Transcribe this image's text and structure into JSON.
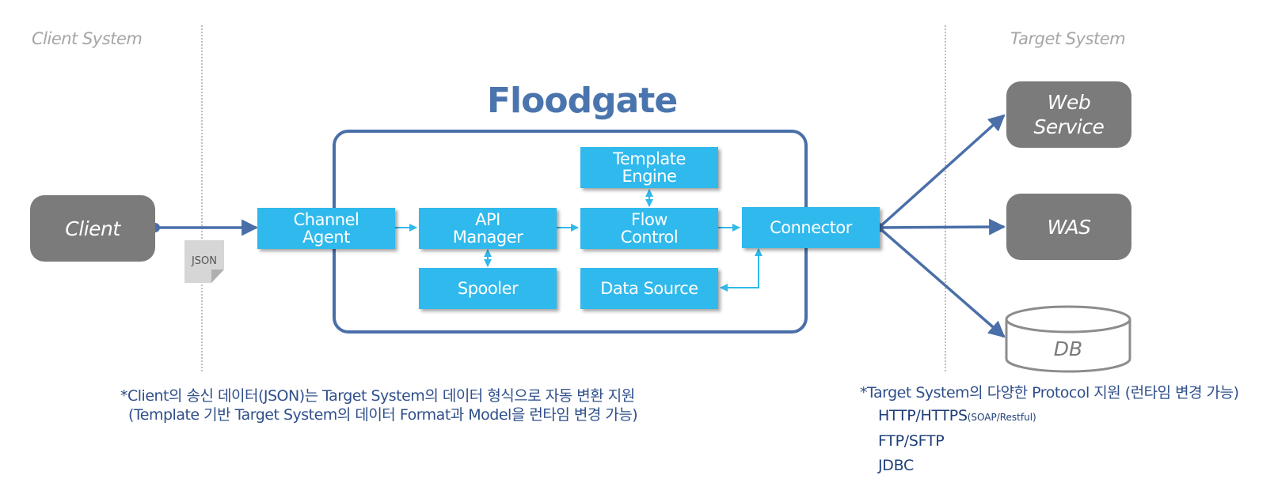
{
  "regions": {
    "client_system": "Client System",
    "target_system": "Target System"
  },
  "title": "Floodgate",
  "nodes": {
    "client": "Client",
    "channel_agent": [
      "Channel",
      "Agent"
    ],
    "api_manager": [
      "API",
      "Manager"
    ],
    "flow_control": [
      "Flow",
      "Control"
    ],
    "template_engine": [
      "Template",
      "Engine"
    ],
    "connector": "Connector",
    "spooler": "Spooler",
    "data_source": "Data Source",
    "web_service": [
      "Web",
      "Service"
    ],
    "was": "WAS",
    "db": "DB"
  },
  "json_doc_label": "JSON",
  "notes": {
    "client_line1": "*Client의 송신 데이터(JSON)는 Target System의 데이터 형식으로 자동 변환 지원",
    "client_line2": "(Template 기반 Target System의 데이터 Format과 Model을 런타임 변경 가능)",
    "target_line1": "*Target System의 다양한 Protocol 지원 (런타임 변경 가능)"
  },
  "protocols": {
    "http": "HTTP/HTTPS",
    "http_sub": "(SOAP/Restful)",
    "ftp": "FTP/SFTP",
    "jdbc": "JDBC"
  },
  "colors": {
    "box_fill": "#30b9ec",
    "frame": "#4a6fa8",
    "external_fill": "#7b7b7b",
    "title": "#4a74ad"
  }
}
